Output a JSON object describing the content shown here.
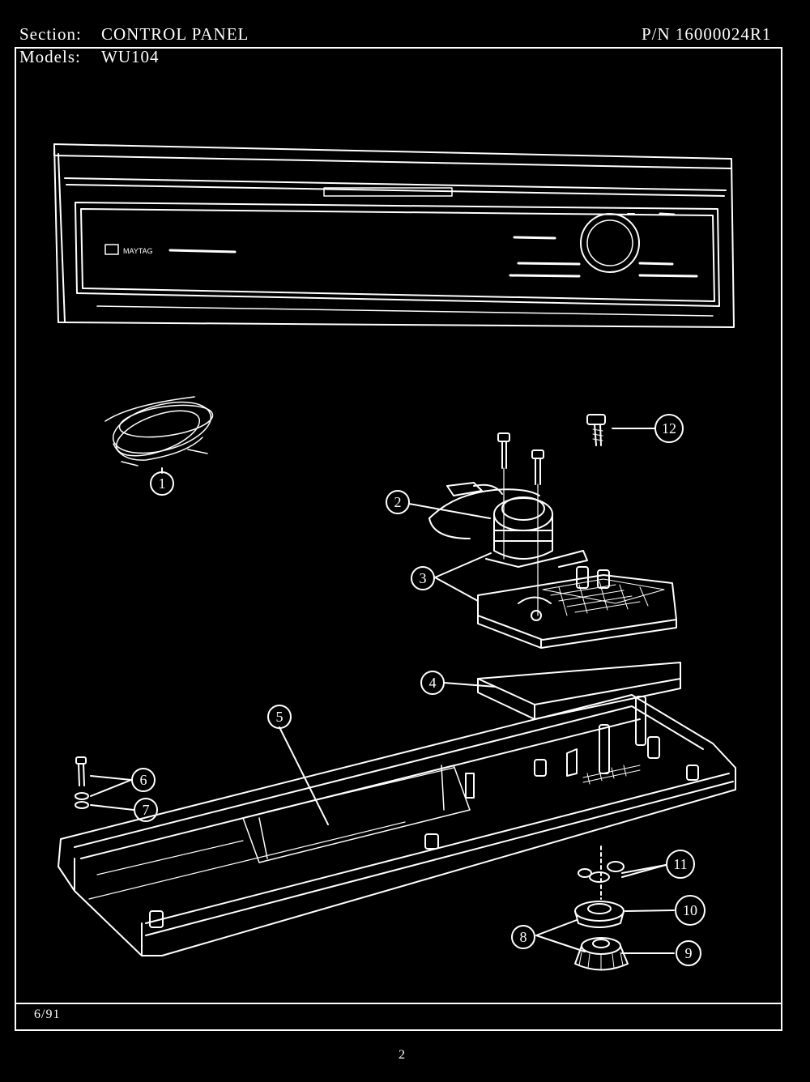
{
  "header": {
    "section_label": "Section:",
    "section_value": "CONTROL PANEL",
    "part_number": "P/N 16000024R1",
    "models_label": "Models:",
    "models_value": "WU104"
  },
  "footer": {
    "date": "6/91",
    "page": "2"
  },
  "panel": {
    "brand": "MAYTAG"
  },
  "callouts": [
    "1",
    "2",
    "3",
    "4",
    "5",
    "6",
    "7",
    "8",
    "9",
    "10",
    "11",
    "12"
  ],
  "colors": {
    "background": "#000000",
    "line": "#ffffff"
  }
}
